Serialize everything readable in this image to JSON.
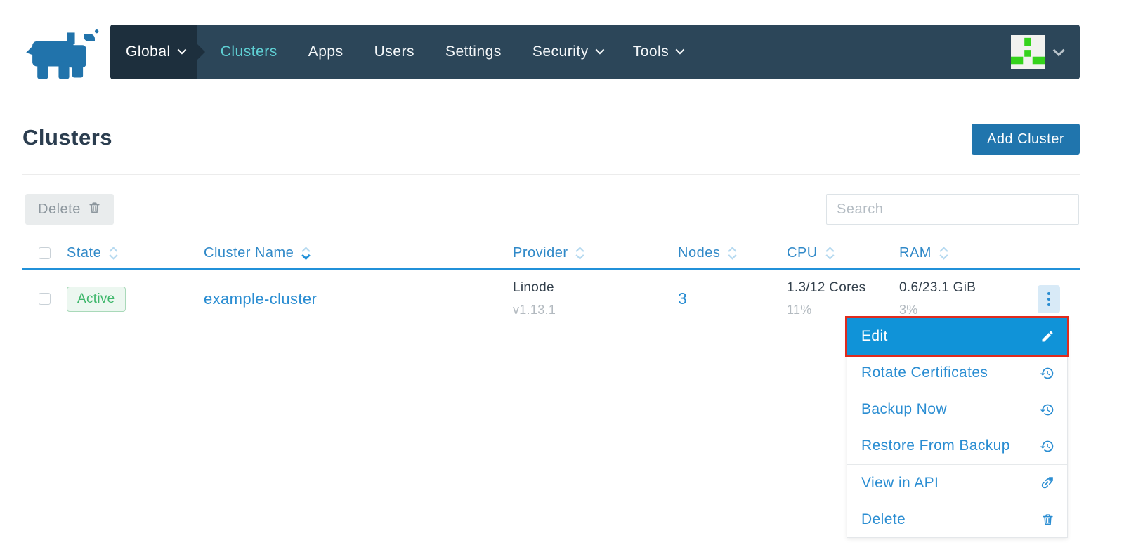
{
  "nav": {
    "environment": {
      "label": "Global"
    },
    "items": [
      {
        "label": "Clusters",
        "active": true,
        "has_dropdown": false
      },
      {
        "label": "Apps",
        "active": false,
        "has_dropdown": false
      },
      {
        "label": "Users",
        "active": false,
        "has_dropdown": false
      },
      {
        "label": "Settings",
        "active": false,
        "has_dropdown": false
      },
      {
        "label": "Security",
        "active": false,
        "has_dropdown": true
      },
      {
        "label": "Tools",
        "active": false,
        "has_dropdown": true
      }
    ],
    "avatar": {
      "type": "identicon",
      "colors": [
        "#f2f2ef",
        "#35d31c"
      ]
    }
  },
  "page": {
    "title": "Clusters",
    "add_button_label": "Add Cluster"
  },
  "toolbar": {
    "delete_button_label": "Delete",
    "search_placeholder": "Search"
  },
  "table": {
    "headers": [
      {
        "label": "State",
        "sorted": "none"
      },
      {
        "label": "Cluster Name",
        "sorted": "desc"
      },
      {
        "label": "Provider",
        "sorted": "none"
      },
      {
        "label": "Nodes",
        "sorted": "none"
      },
      {
        "label": "CPU",
        "sorted": "none"
      },
      {
        "label": "RAM",
        "sorted": "none"
      }
    ],
    "rows": [
      {
        "state": "Active",
        "cluster_name": "example-cluster",
        "provider": "Linode",
        "provider_version": "v1.13.1",
        "nodes": "3",
        "cpu": "1.3/12 Cores",
        "cpu_percent": "11%",
        "ram": "0.6/23.1 GiB",
        "ram_percent": "3%"
      }
    ]
  },
  "context_menu": {
    "items": [
      {
        "label": "Edit",
        "icon": "pencil-icon",
        "highlighted": true
      },
      {
        "label": "Rotate Certificates",
        "icon": "history-icon",
        "highlighted": false
      },
      {
        "label": "Backup Now",
        "icon": "history-icon",
        "highlighted": false
      },
      {
        "label": "Restore From Backup",
        "icon": "history-icon",
        "highlighted": false
      },
      {
        "label": "View in API",
        "icon": "api-link-icon",
        "highlighted": false,
        "separator_before": true
      },
      {
        "label": "Delete",
        "icon": "trash-icon",
        "highlighted": false,
        "separator_before": true
      }
    ]
  },
  "colors": {
    "nav_background": "#2c4659",
    "nav_environment_background": "#1d2f3d",
    "nav_active_teal": "#5fd0d4",
    "link_blue": "#2a8dd2",
    "header_sort_blue": "#3089c8",
    "header_underline_blue": "#2191d9",
    "primary_button_blue": "#2075ad",
    "menu_highlight_blue": "#1093d8",
    "annotation_red": "#e02b1d",
    "badge_green_text": "#3eb76b",
    "badge_green_background": "#ecf7f0",
    "logo_blue": "#2173ab"
  }
}
